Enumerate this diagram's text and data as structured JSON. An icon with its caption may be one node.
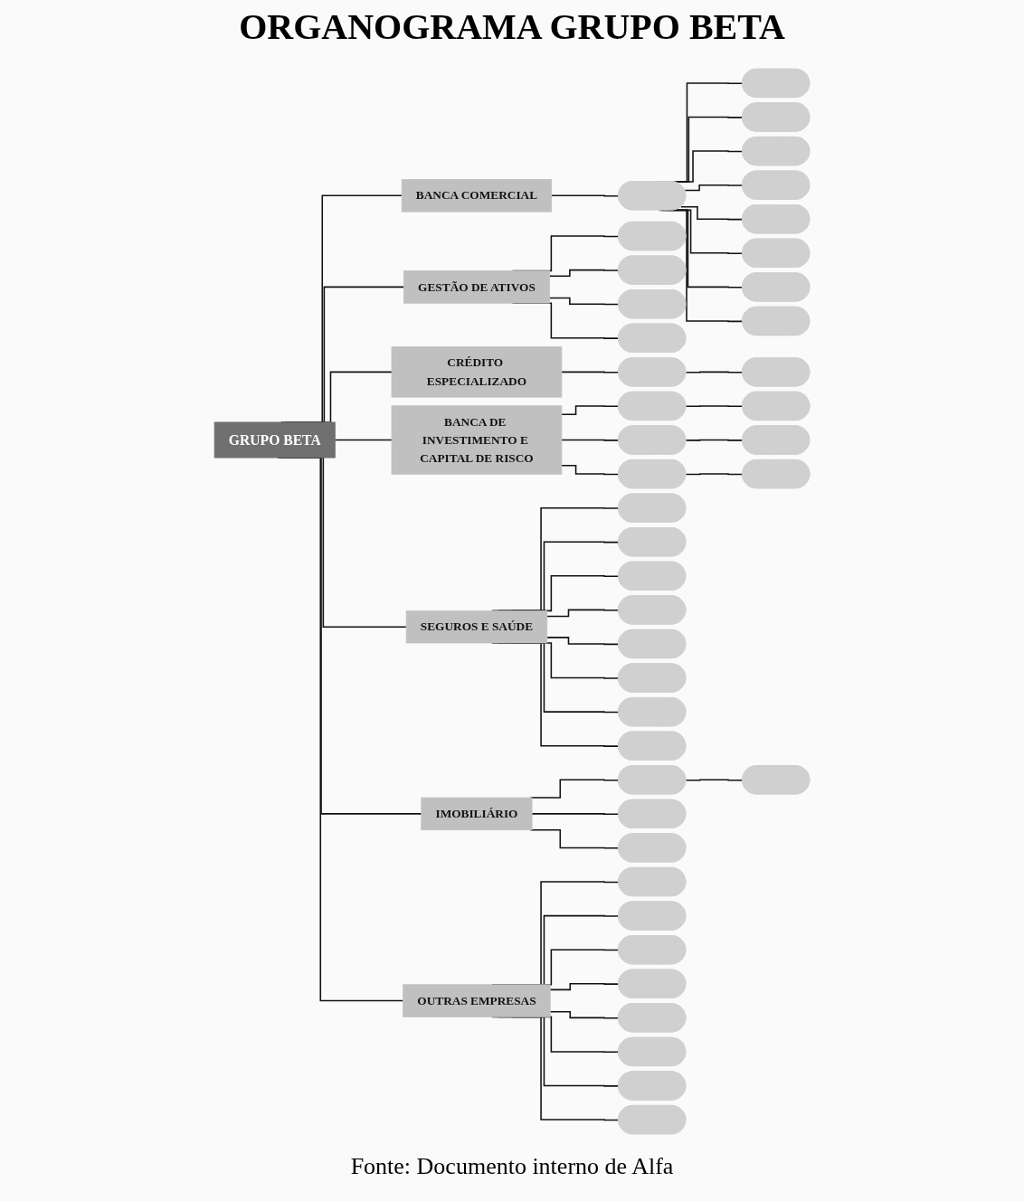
{
  "diagram": {
    "title": "ORGANOGRAMA GRUPO BETA",
    "caption": "Fonte: Documento interno de Alfa",
    "nodes": [
      {
        "text": [
          "GRUPO BETA"
        ]
      },
      {
        "text": [
          "BANCA COMERCIAL"
        ]
      },
      {
        "text": [],
        "shape": "ellipse"
      },
      {
        "text": [],
        "shape": "ellipse"
      },
      {
        "text": [],
        "shape": "ellipse"
      },
      {
        "text": [],
        "shape": "ellipse"
      },
      {
        "text": [],
        "shape": "ellipse"
      },
      {
        "text": [],
        "shape": "ellipse"
      },
      {
        "text": [],
        "shape": "ellipse"
      },
      {
        "text": [],
        "shape": "ellipse"
      },
      {
        "text": [],
        "shape": "ellipse"
      },
      {
        "text": [
          "GESTÃO DE ATIVOS"
        ]
      },
      {
        "text": [],
        "shape": "ellipse"
      },
      {
        "text": [],
        "shape": "ellipse"
      },
      {
        "text": [],
        "shape": "ellipse"
      },
      {
        "text": [],
        "shape": "ellipse"
      },
      {
        "text": [
          "CRÉDITO ESPECIALIZADO"
        ]
      },
      {
        "text": [],
        "shape": "ellipse"
      },
      {
        "text": [],
        "shape": "ellipse"
      },
      {
        "text": [
          "BANCA DE INVESTIMENTO E CAPITAL DE RISCO"
        ]
      },
      {
        "text": [],
        "shape": "ellipse"
      },
      {
        "text": [],
        "shape": "ellipse"
      },
      {
        "text": [],
        "shape": "ellipse"
      },
      {
        "text": [],
        "shape": "ellipse"
      },
      {
        "text": [],
        "shape": "ellipse"
      },
      {
        "text": [],
        "shape": "ellipse"
      },
      {
        "text": [
          "SEGUROS E SAÚDE"
        ]
      },
      {
        "text": [],
        "shape": "ellipse"
      },
      {
        "text": [],
        "shape": "ellipse"
      },
      {
        "text": [],
        "shape": "ellipse"
      },
      {
        "text": [],
        "shape": "ellipse"
      },
      {
        "text": [],
        "shape": "ellipse"
      },
      {
        "text": [],
        "shape": "ellipse"
      },
      {
        "text": [],
        "shape": "ellipse"
      },
      {
        "text": [],
        "shape": "ellipse"
      },
      {
        "text": [
          "IMOBILIÁRIO"
        ]
      },
      {
        "text": [],
        "shape": "ellipse"
      },
      {
        "text": [],
        "shape": "ellipse"
      },
      {
        "text": [],
        "shape": "ellipse"
      },
      {
        "text": [],
        "shape": "ellipse"
      },
      {
        "text": [
          "OUTRAS EMPRESAS"
        ]
      },
      {
        "text": [],
        "shape": "ellipse"
      },
      {
        "text": [],
        "shape": "ellipse"
      },
      {
        "text": [],
        "shape": "ellipse"
      },
      {
        "text": [],
        "shape": "ellipse"
      },
      {
        "text": [],
        "shape": "ellipse"
      },
      {
        "text": [],
        "shape": "ellipse"
      },
      {
        "text": [],
        "shape": "ellipse"
      },
      {
        "text": [],
        "shape": "ellipse"
      }
    ],
    "edges": [
      {
        "from": 0,
        "to": 1,
        "arrow": "none"
      },
      {
        "from": 0,
        "to": 11,
        "arrow": "none"
      },
      {
        "from": 0,
        "to": 16,
        "arrow": "none"
      },
      {
        "from": 0,
        "to": 19,
        "arrow": "none"
      },
      {
        "from": 0,
        "to": 26,
        "arrow": "none"
      },
      {
        "from": 0,
        "to": 35,
        "arrow": "none"
      },
      {
        "from": 0,
        "to": 40,
        "arrow": "none"
      },
      {
        "from": 1,
        "to": 2,
        "arrow": "none"
      },
      {
        "from": 2,
        "to": 3,
        "arrow": "none"
      },
      {
        "from": 2,
        "to": 4,
        "arrow": "none"
      },
      {
        "from": 2,
        "to": 5,
        "arrow": "none"
      },
      {
        "from": 2,
        "to": 6,
        "arrow": "none"
      },
      {
        "from": 2,
        "to": 7,
        "arrow": "none"
      },
      {
        "from": 2,
        "to": 8,
        "arrow": "none"
      },
      {
        "from": 2,
        "to": 9,
        "arrow": "none"
      },
      {
        "from": 2,
        "to": 10,
        "arrow": "none"
      },
      {
        "from": 11,
        "to": 12,
        "arrow": "none"
      },
      {
        "from": 11,
        "to": 13,
        "arrow": "none"
      },
      {
        "from": 11,
        "to": 14,
        "arrow": "none"
      },
      {
        "from": 11,
        "to": 15,
        "arrow": "none"
      },
      {
        "from": 16,
        "to": 17,
        "arrow": "none"
      },
      {
        "from": 17,
        "to": 18,
        "arrow": "none"
      },
      {
        "from": 19,
        "to": 20,
        "arrow": "none"
      },
      {
        "from": 19,
        "to": 22,
        "arrow": "none"
      },
      {
        "from": 19,
        "to": 24,
        "arrow": "none"
      },
      {
        "from": 20,
        "to": 21,
        "arrow": "none"
      },
      {
        "from": 22,
        "to": 23,
        "arrow": "none"
      },
      {
        "from": 24,
        "to": 25,
        "arrow": "none"
      },
      {
        "from": 26,
        "to": 27,
        "arrow": "none"
      },
      {
        "from": 26,
        "to": 28,
        "arrow": "none"
      },
      {
        "from": 26,
        "to": 29,
        "arrow": "none"
      },
      {
        "from": 26,
        "to": 30,
        "arrow": "none"
      },
      {
        "from": 26,
        "to": 31,
        "arrow": "none"
      },
      {
        "from": 26,
        "to": 32,
        "arrow": "none"
      },
      {
        "from": 26,
        "to": 33,
        "arrow": "none"
      },
      {
        "from": 26,
        "to": 34,
        "arrow": "none"
      },
      {
        "from": 35,
        "to": 36,
        "arrow": "none"
      },
      {
        "from": 35,
        "to": 38,
        "arrow": "none"
      },
      {
        "from": 35,
        "to": 39,
        "arrow": "none"
      },
      {
        "from": 36,
        "to": 37,
        "arrow": "none"
      },
      {
        "from": 40,
        "to": 41,
        "arrow": "none"
      },
      {
        "from": 40,
        "to": 42,
        "arrow": "none"
      },
      {
        "from": 40,
        "to": 43,
        "arrow": "none"
      },
      {
        "from": 40,
        "to": 44,
        "arrow": "none"
      },
      {
        "from": 40,
        "to": 45,
        "arrow": "none"
      },
      {
        "from": 40,
        "to": 46,
        "arrow": "none"
      },
      {
        "from": 40,
        "to": 47,
        "arrow": "none"
      },
      {
        "from": 40,
        "to": 48,
        "arrow": "none"
      }
    ]
  }
}
